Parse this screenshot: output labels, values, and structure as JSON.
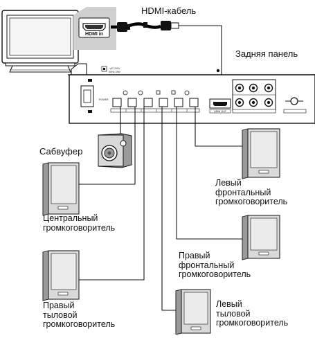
{
  "labels": {
    "hdmi_cable": "HDMI-кабель",
    "rear_panel": "Задняя панель",
    "subwoofer": "Сабвуфер",
    "hdmi_in": "HDMI in",
    "center_speaker": [
      "Центральный",
      "громкоговоритель"
    ],
    "front_left_speaker": [
      "Левый",
      "фронтальный",
      "громкоговоритель"
    ],
    "front_right_speaker": [
      "Правый",
      "фронтальный",
      "громкоговоритель"
    ],
    "rear_right_speaker": [
      "Правый",
      "тыловой",
      "громкоговоритель"
    ],
    "rear_left_speaker": [
      "Левый",
      "тыловой",
      "громкоговоритель"
    ]
  },
  "colors": {
    "line": "#111111",
    "panel_fill": "#ffffff",
    "speaker_fill": "#d9d9d9",
    "speaker_shade": "#9a9a9a",
    "hdmi_tag": "#cfcfcf",
    "cable": "#000000"
  },
  "icons": [
    "tv-icon",
    "hdmi-port-icon",
    "hdmi-cable-icon",
    "subwoofer-icon",
    "speaker-icon",
    "antenna-icon"
  ]
}
